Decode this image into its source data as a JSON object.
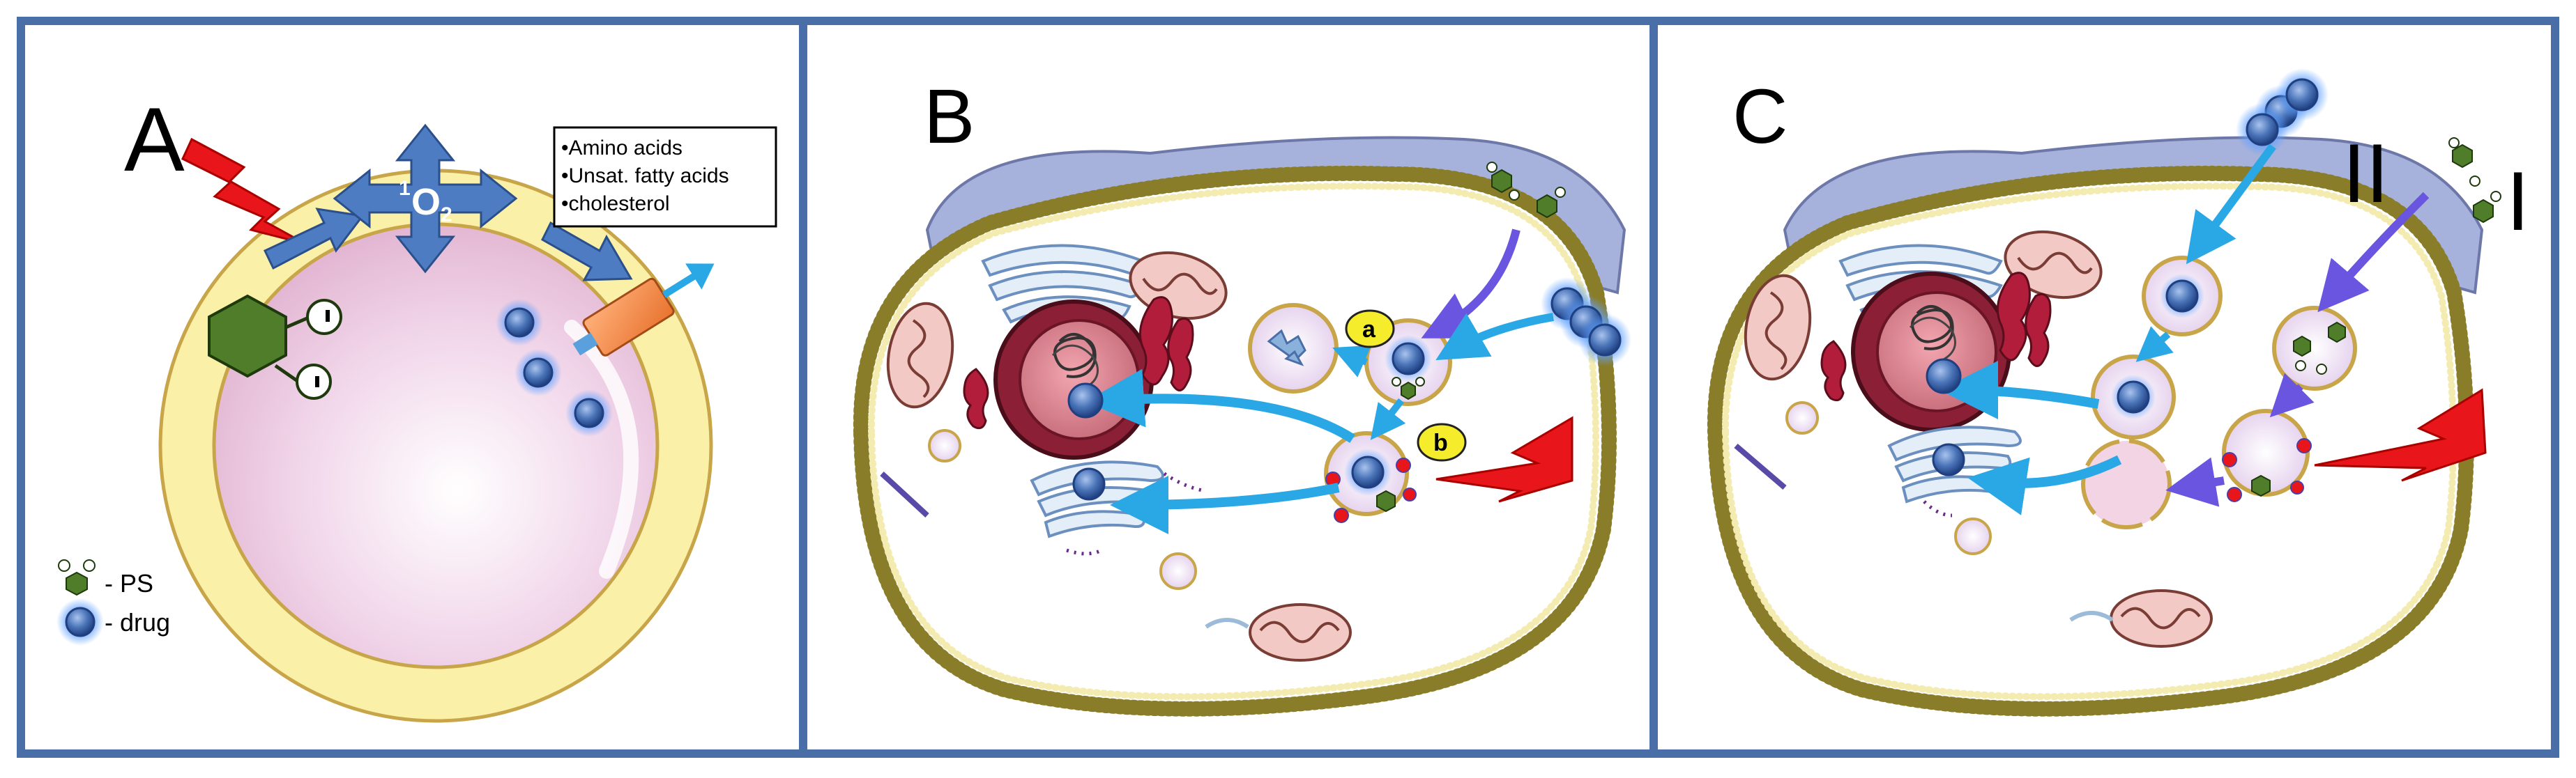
{
  "panels": [
    {
      "letter": "A"
    },
    {
      "letter": "B"
    },
    {
      "letter": "C"
    }
  ],
  "panel_a": {
    "singlet_oxygen": {
      "sup": "1",
      "base": "O",
      "sub": "2"
    },
    "targets": [
      "•Amino acids",
      "•Unsat. fatty acids",
      "•cholesterol"
    ],
    "legend": [
      {
        "icon": "ps-molecule-icon",
        "label": "- PS"
      },
      {
        "icon": "drug-sphere-icon",
        "label": "- drug"
      }
    ]
  },
  "panel_b": {
    "markers": [
      "a",
      "b"
    ]
  },
  "panel_c": {
    "pathways": [
      "II",
      "I"
    ]
  },
  "colors": {
    "frame": "#4a6fa8",
    "cell_outline": "#c8c8c8",
    "membrane_bead": "#d9cf8a",
    "cytoplasm_blue": "#8e9cc8",
    "nucleus": "#8a1f36",
    "mitochondria": "#f2c9c4",
    "drug": "#4a74b8",
    "arrow_blue": "#2aa8e6",
    "arrow_purple": "#6a55e0",
    "light": "#e8161b",
    "marker_yellow": "#f5ec2c",
    "oxygen_box": "#4d7cc2"
  }
}
